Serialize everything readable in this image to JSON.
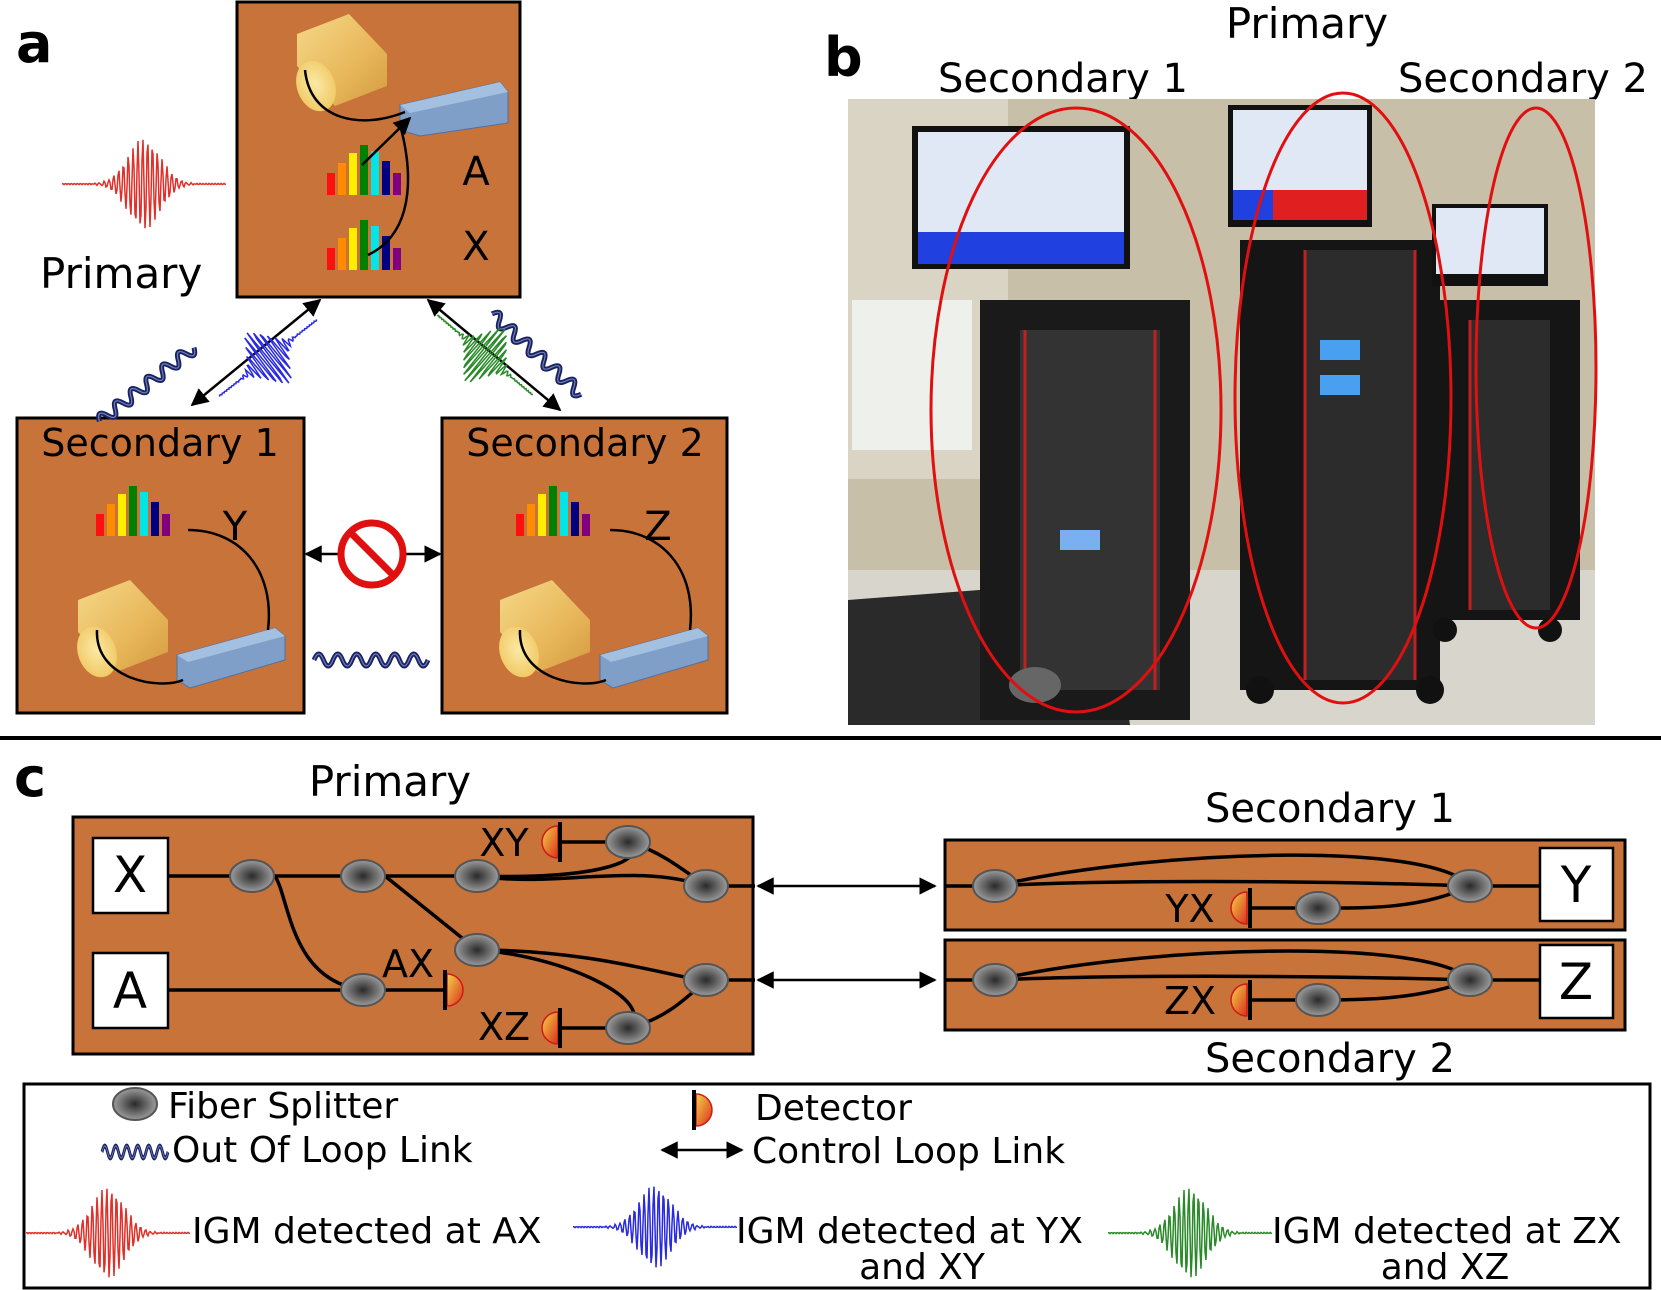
{
  "panels": {
    "a": {
      "label": "a",
      "primary": "Primary",
      "secondary1": "Secondary 1",
      "secondary2": "Secondary 2",
      "comb_a": "A",
      "comb_x": "X",
      "comb_y": "Y",
      "comb_z": "Z"
    },
    "b": {
      "label": "b",
      "primary": "Primary",
      "secondary1": "Secondary 1",
      "secondary2": "Secondary 2"
    },
    "c": {
      "label": "c",
      "primary": "Primary",
      "secondary1": "Secondary 1",
      "secondary2": "Secondary 2",
      "comb_x": "X",
      "comb_a": "A",
      "comb_y": "Y",
      "comb_z": "Z",
      "det_xy": "XY",
      "det_ax": "AX",
      "det_xz": "XZ",
      "det_yx": "YX",
      "det_zx": "ZX"
    }
  },
  "legend": {
    "fiber_splitter": "Fiber Splitter",
    "detector": "Detector",
    "out_of_loop": "Out Of Loop Link",
    "control_loop": "Control Loop Link",
    "igm_ax": "IGM detected at AX",
    "igm_yx_line1": "IGM detected at YX",
    "igm_yx_line2": "and XY",
    "igm_zx_line1": "IGM detected at ZX",
    "igm_zx_line2": "and XZ"
  },
  "colors": {
    "box": "#c8733a",
    "igm_ax": "#e0302a",
    "igm_yx": "#2a2ae0",
    "igm_zx": "#2a8a2a",
    "oval": "#e01010"
  }
}
